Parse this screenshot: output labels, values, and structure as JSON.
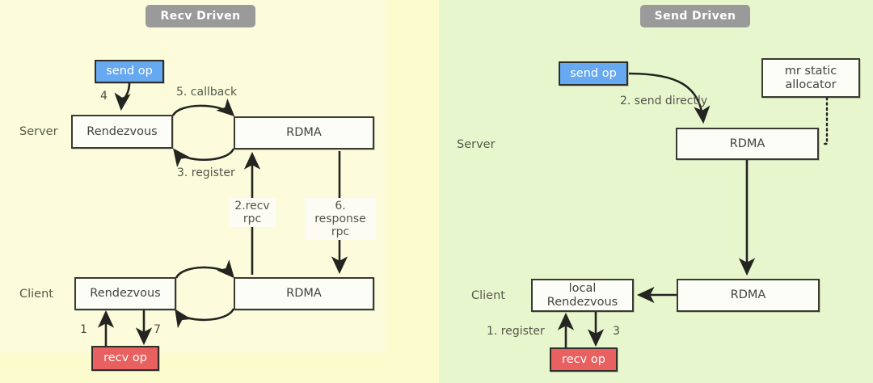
{
  "panels": {
    "left": {
      "title": "Recv Driven",
      "background": "#fbfbcd",
      "rows": {
        "server_label": "Server",
        "client_label": "Client"
      },
      "nodes": {
        "send_op": "send op",
        "server_rendezvous": "Rendezvous",
        "server_rdma": "RDMA",
        "client_rendezvous": "Rendezvous",
        "client_rdma": "RDMA",
        "recv_op": "recv op"
      },
      "edges": {
        "e4": "4",
        "e5": "5. callback",
        "e3": "3. register",
        "e2": "2.recv rpc",
        "e6": "6. response rpc",
        "e1": "1",
        "e7": "7"
      }
    },
    "right": {
      "title": "Send Driven",
      "background": "#e8f6ce",
      "rows": {
        "server_label": "Server",
        "client_label": "Client"
      },
      "nodes": {
        "send_op": "send op",
        "mr_allocator": "mr static allocator",
        "mr_allocator_line1": "mr static",
        "mr_allocator_line2": "allocator",
        "server_rdma": "RDMA",
        "client_rendezvous": "local Rendezvous",
        "client_rendezvous_line1": "local",
        "client_rendezvous_line2": "Rendezvous",
        "client_rdma": "RDMA",
        "recv_op": "recv op"
      },
      "edges": {
        "e2": "2. send directly",
        "e1": "1. register",
        "e3": "3"
      }
    }
  },
  "colors": {
    "send_op": "#66a9f0",
    "recv_op": "#e8605f",
    "badge": "#9a9a9a",
    "node_border": "#3a3a32",
    "node_fill": "#fdfdf8",
    "stroke": "#242420",
    "left_bg": "#fbfbcd",
    "right_bg": "#e8f6ce"
  }
}
